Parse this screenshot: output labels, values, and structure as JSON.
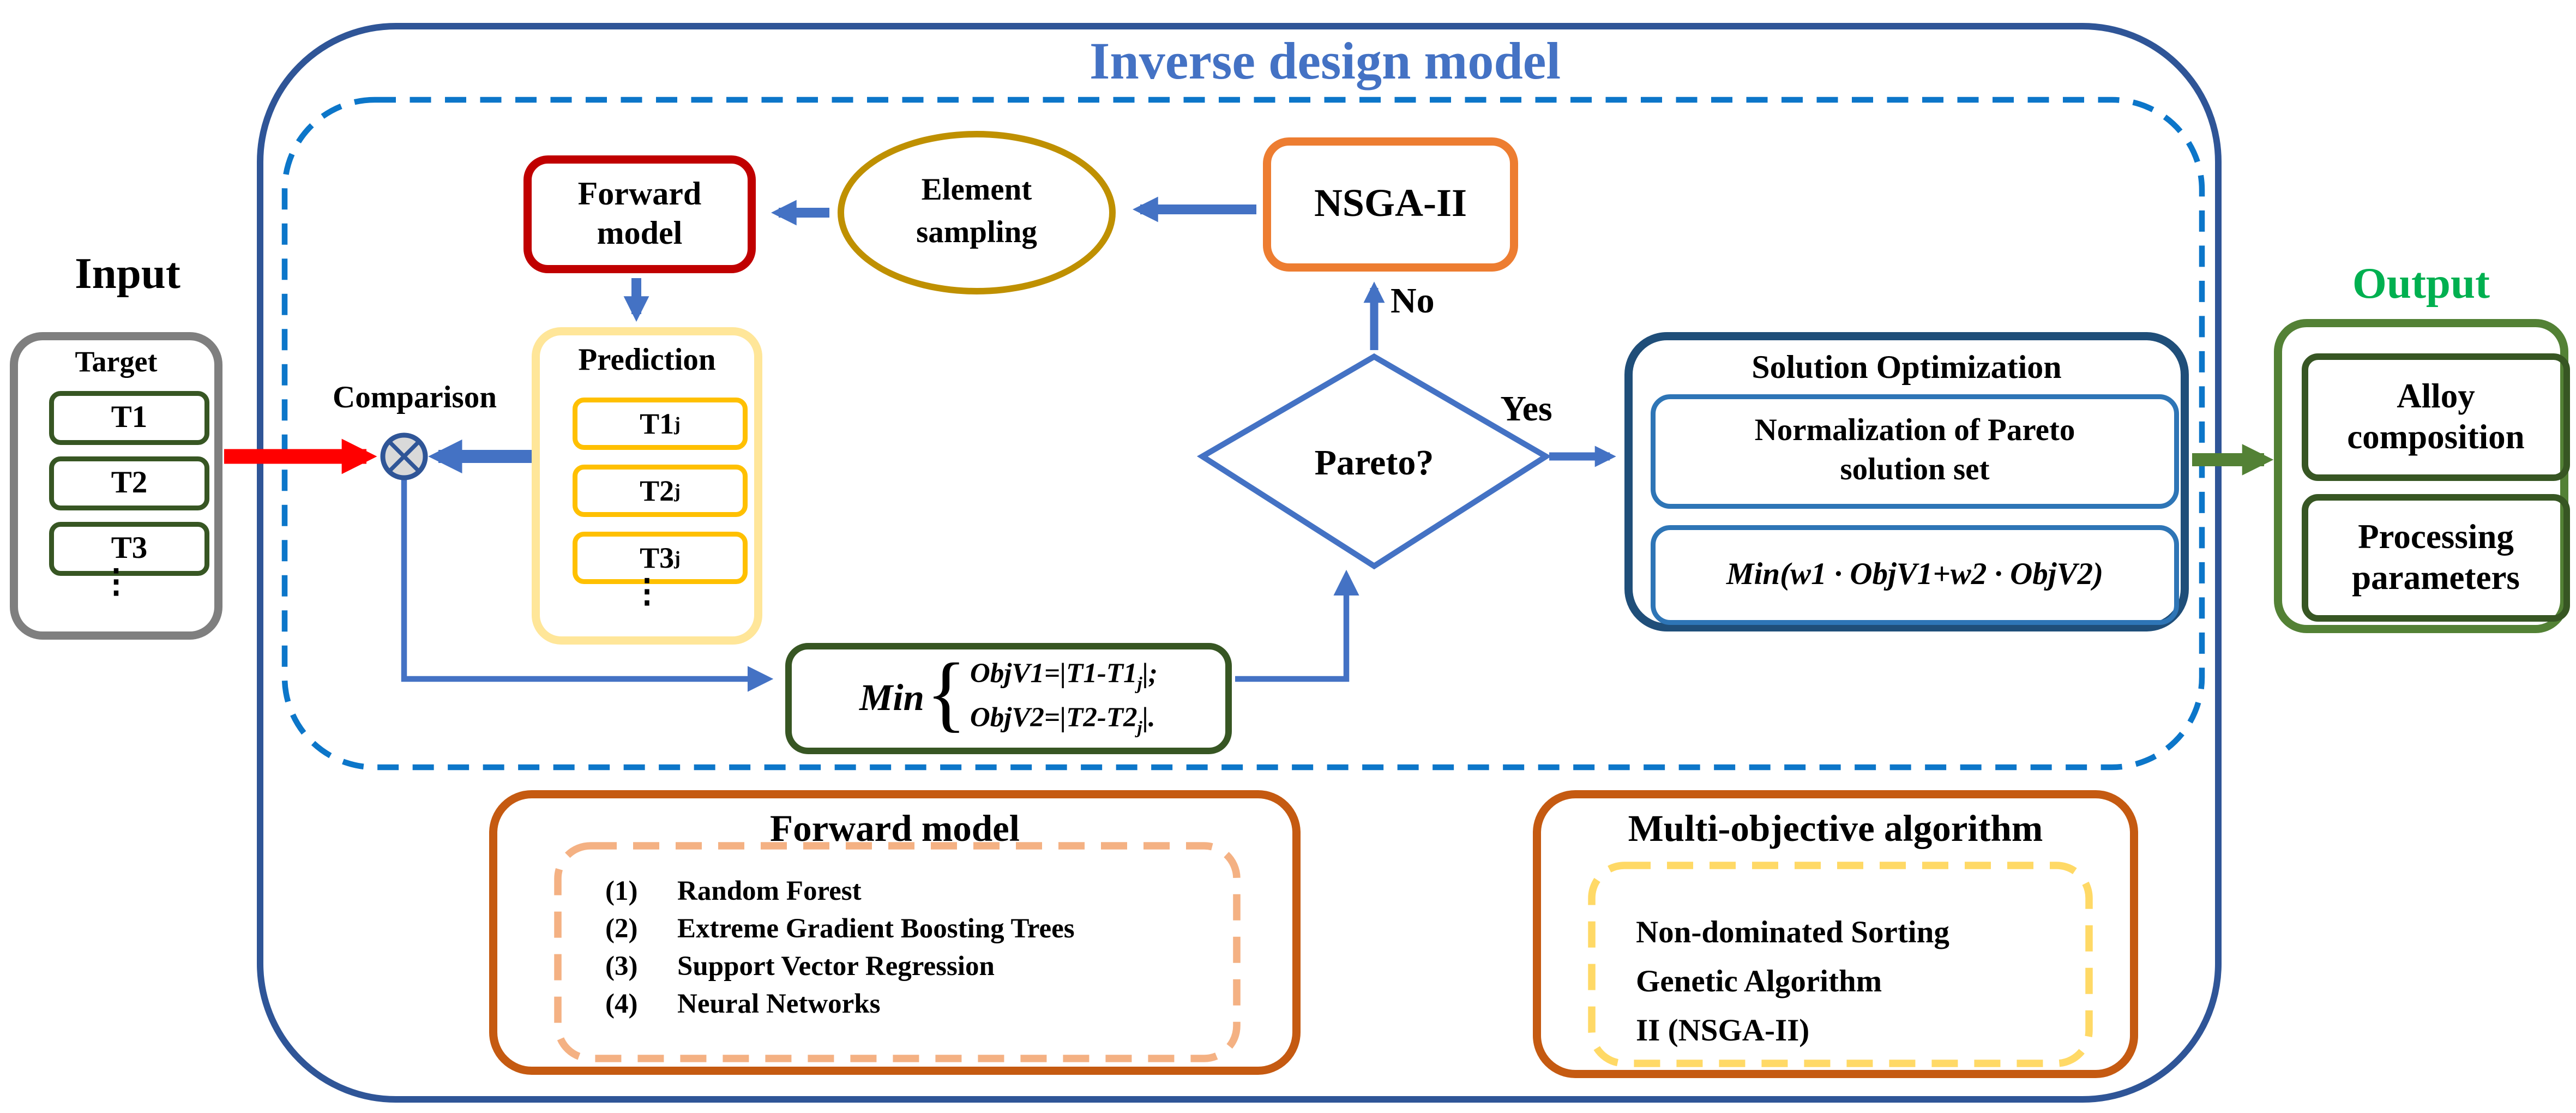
{
  "title": "Inverse design model",
  "colors": {
    "outer_border": "#2F5597",
    "dashed_border": "#0C76C9",
    "title_blue": "#4472C4",
    "arrow_blue": "#4472C4",
    "arrow_red": "#FF0000",
    "forward_box_red": "#C00000",
    "sampling_gold": "#BF9000",
    "nsga_orange": "#ED7D31",
    "prediction_pale_yellow": "#FFE699",
    "prediction_item_gold": "#FFC000",
    "target_gray": "#7F7F7F",
    "dark_green": "#375623",
    "output_green": "#538135",
    "output_label_green": "#00B050",
    "solution_navy": "#1F4E79",
    "solution_inner_blue": "#2E75B6",
    "panel_orange": "#C55A11",
    "panel_dash_orange": "#F4B183",
    "panel_dash_yellow": "#FFD966"
  },
  "input": {
    "label": "Input",
    "target": {
      "title": "Target",
      "items": [
        "T1",
        "T2",
        "T3"
      ],
      "ellipsis": "⋮"
    }
  },
  "comparison": {
    "label": "Comparison"
  },
  "forward_model_box": {
    "lines": [
      "Forward",
      "model"
    ]
  },
  "element_sampling": {
    "lines": [
      "Element",
      "sampling"
    ]
  },
  "nsga_box": {
    "label": "NSGA-II"
  },
  "prediction": {
    "title": "Prediction",
    "items": [
      {
        "label": "T1",
        "sub": "j"
      },
      {
        "label": "T2",
        "sub": "j"
      },
      {
        "label": "T3",
        "sub": "j"
      }
    ],
    "ellipsis": "⋮"
  },
  "min_box": {
    "prefix": "Min",
    "brace": "{",
    "line1": {
      "a": "ObjV1=|T1-T1",
      "sub": "j",
      "b": "|;"
    },
    "line2": {
      "a": "ObjV2=|T2-T2",
      "sub": "j",
      "b": "|."
    }
  },
  "decision": {
    "question": "Pareto?",
    "yes_label": "Yes",
    "no_label": "No"
  },
  "solution_box": {
    "title": "Solution Optimization",
    "normalization_lines": [
      "Normalization of Pareto",
      "solution set"
    ],
    "formula": "Min(w1 · ObjV1+w2 · ObjV2)"
  },
  "output": {
    "label": "Output",
    "items": [
      "Alloy composition",
      "Processing parameters"
    ]
  },
  "forward_model_panel": {
    "title": "Forward model",
    "items": [
      {
        "num": "(1)",
        "label": "Random Forest"
      },
      {
        "num": "(2)",
        "label": "Extreme Gradient Boosting Trees"
      },
      {
        "num": "(3)",
        "label": "Support Vector Regression"
      },
      {
        "num": "(4)",
        "label": "Neural Networks"
      }
    ]
  },
  "multi_objective_panel": {
    "title": "Multi-objective algorithm",
    "lines": [
      "Non-dominated Sorting",
      "Genetic Algorithm",
      "II (NSGA-II)"
    ]
  }
}
